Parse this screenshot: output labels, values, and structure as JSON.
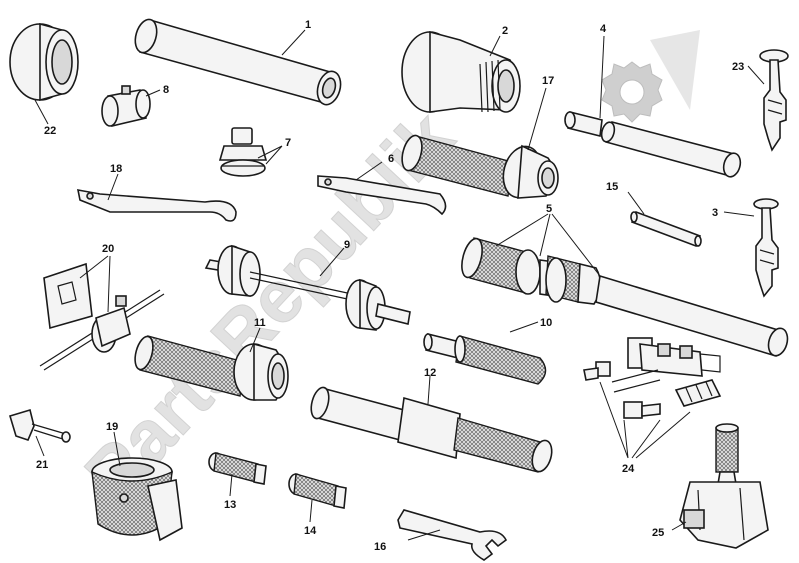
{
  "watermark": {
    "text": "PartsRepublik"
  },
  "labels": {
    "l1": "1",
    "l2": "2",
    "l3": "3",
    "l4": "4",
    "l5": "5",
    "l6": "6",
    "l7": "7",
    "l8": "8",
    "l9": "9",
    "l10": "10",
    "l11": "11",
    "l12": "12",
    "l13": "13",
    "l14": "14",
    "l15": "15",
    "l16": "16",
    "l17": "17",
    "l18": "18",
    "l19": "19",
    "l20": "20",
    "l21": "21",
    "l22": "22",
    "l23": "23",
    "l24": "24",
    "l25": "25"
  },
  "icons": {
    "watermark_logo": "gear-icon"
  },
  "colors": {
    "line": "#1a1a1a",
    "watermark": "#d9d9d9"
  }
}
